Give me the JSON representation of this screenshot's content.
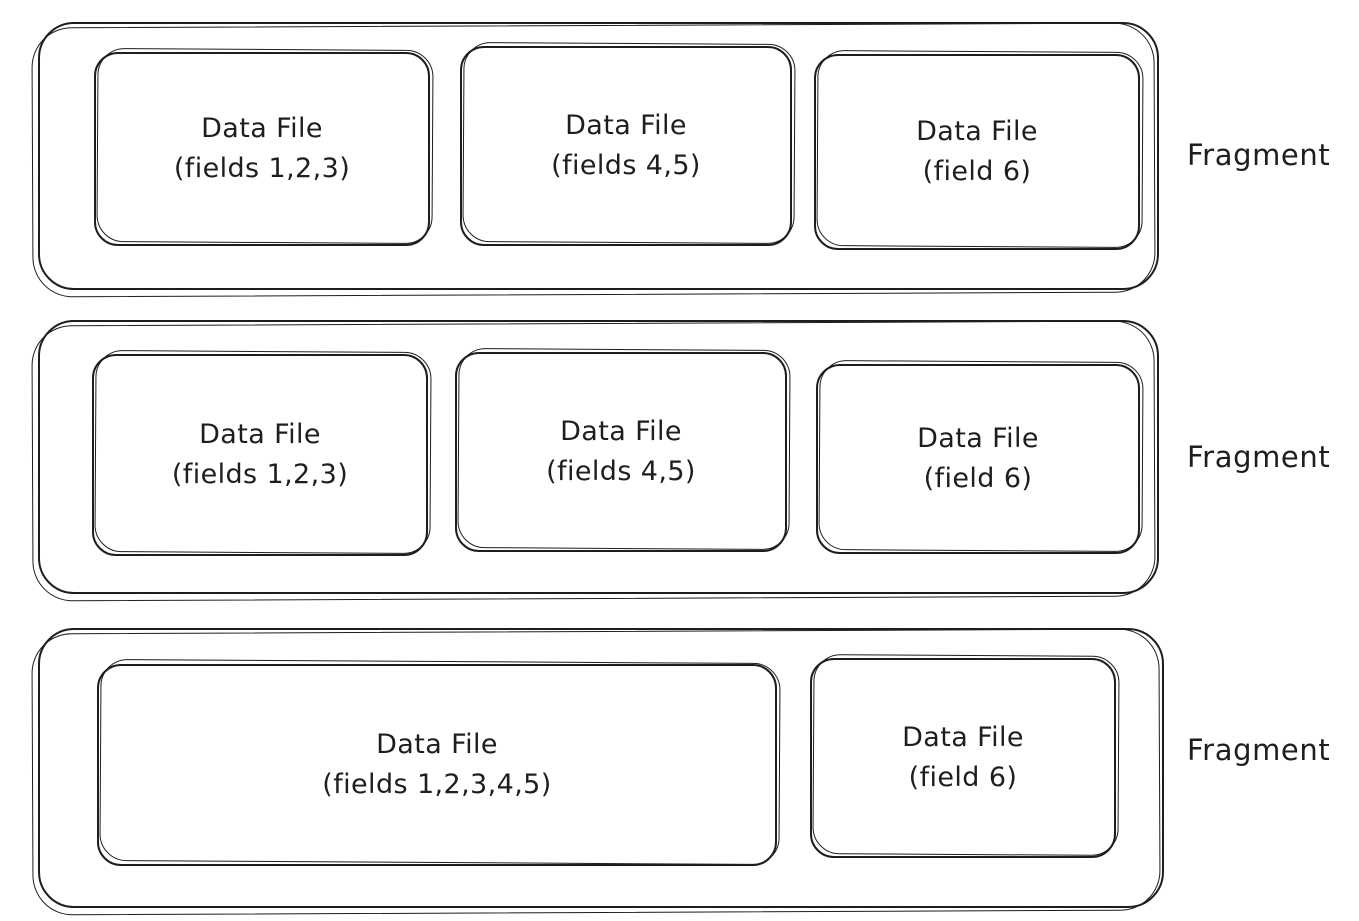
{
  "diagram": {
    "colors": {
      "pink_fill": "#ffc9c9",
      "green_fill": "#b2f2bb",
      "stroke": "#1e1e1e",
      "text": "#1e1e1e",
      "background": "#ffffff"
    },
    "fragments": [
      {
        "label": "Fragment",
        "files": [
          {
            "title": "Data File",
            "subtitle": "(fields 1,2,3)",
            "color": "#ffc9c9"
          },
          {
            "title": "Data File",
            "subtitle": "(fields 4,5)",
            "color": "#ffc9c9"
          },
          {
            "title": "Data File",
            "subtitle": "(field 6)",
            "color": "#b2f2bb"
          }
        ]
      },
      {
        "label": "Fragment",
        "files": [
          {
            "title": "Data File",
            "subtitle": "(fields 1,2,3)",
            "color": "#ffc9c9"
          },
          {
            "title": "Data File",
            "subtitle": "(fields 4,5)",
            "color": "#ffc9c9"
          },
          {
            "title": "Data File",
            "subtitle": "(field 6)",
            "color": "#b2f2bb"
          }
        ]
      },
      {
        "label": "Fragment",
        "files": [
          {
            "title": "Data File",
            "subtitle": "(fields 1,2,3,4,5)",
            "color": "#ffc9c9"
          },
          {
            "title": "Data File",
            "subtitle": "(field 6)",
            "color": "#b2f2bb"
          }
        ]
      }
    ]
  }
}
